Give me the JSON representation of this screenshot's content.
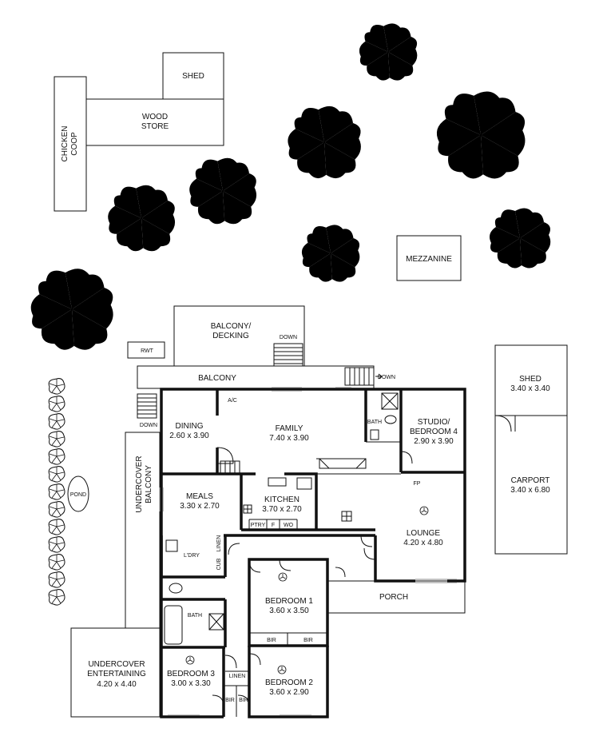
{
  "outbuildings": {
    "shed_top": "SHED",
    "wood_store": [
      "WOOD",
      "STORE"
    ],
    "chicken_coop": [
      "CHICKEN",
      "COOP"
    ],
    "mezzanine": "MEZZANINE",
    "rwt": "RWT",
    "pond": "POND"
  },
  "balcony_decking": [
    "BALCONY/",
    "DECKING"
  ],
  "balcony": "BALCONY",
  "down_labels": [
    "DOWN",
    "DOWN",
    "DOWN"
  ],
  "undercover_balcony": [
    "UNDERCOVER",
    "BALCONY"
  ],
  "rooms": {
    "dining": {
      "name": "DINING",
      "size": "2.60 x 3.90"
    },
    "family": {
      "name": "FAMILY",
      "size": "7.40 x 3.90"
    },
    "studio": {
      "name": [
        "STUDIO/",
        "BEDROOM 4"
      ],
      "size": "2.90 x 3.90"
    },
    "meals": {
      "name": "MEALS",
      "size": "3.30 x 2.70"
    },
    "kitchen": {
      "name": "KITCHEN",
      "size": "3.70 x 2.70"
    },
    "lounge": {
      "name": "LOUNGE",
      "size": "4.20 x 4.80"
    },
    "bedroom1": {
      "name": "BEDROOM 1",
      "size": "3.60 x 3.50"
    },
    "bedroom2": {
      "name": "BEDROOM 2",
      "size": "3.60 x 2.90"
    },
    "bedroom3": {
      "name": "BEDROOM 3",
      "size": "3.00 x 3.30"
    },
    "entertaining": {
      "name": [
        "UNDERCOVER",
        "ENTERTAINING"
      ],
      "size": "4.20 x 4.40"
    },
    "shed_right": {
      "name": "SHED",
      "size": "3.40 x 3.40"
    },
    "carport": {
      "name": "CARPORT",
      "size": "3.40 x 6.80"
    }
  },
  "small_labels": {
    "ac": "A/C",
    "bath_top": "BATH",
    "fp": "FP",
    "ptry": "PTRY",
    "f": "F",
    "wo": "WO",
    "ldry": "L'DRY",
    "linen_top": "LINEN",
    "cub": "CUB",
    "bath": "BATH",
    "bir1": "BIR",
    "bir2": "BIR",
    "linen": "LINEN",
    "bir3": "BIR",
    "bir4": "BIR",
    "porch": "PORCH"
  }
}
